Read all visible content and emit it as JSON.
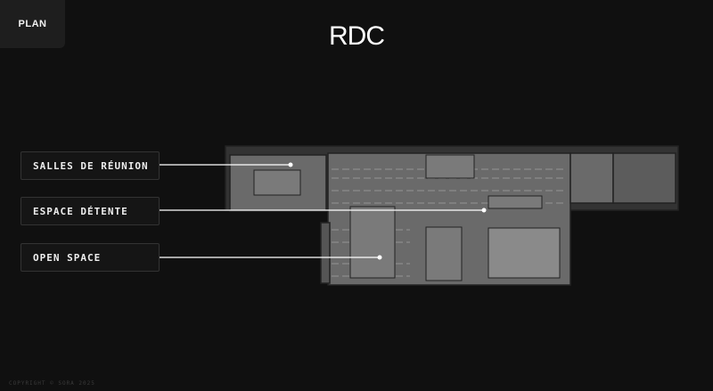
{
  "tab": {
    "label": "PLAN"
  },
  "title": "RDC",
  "zones": [
    {
      "label": "SALLES DE RÉUNION"
    },
    {
      "label": "ESPACE DÉTENTE"
    },
    {
      "label": "OPEN SPACE"
    }
  ],
  "footer": {
    "copyright": "COPYRIGHT © SORA 2025"
  }
}
